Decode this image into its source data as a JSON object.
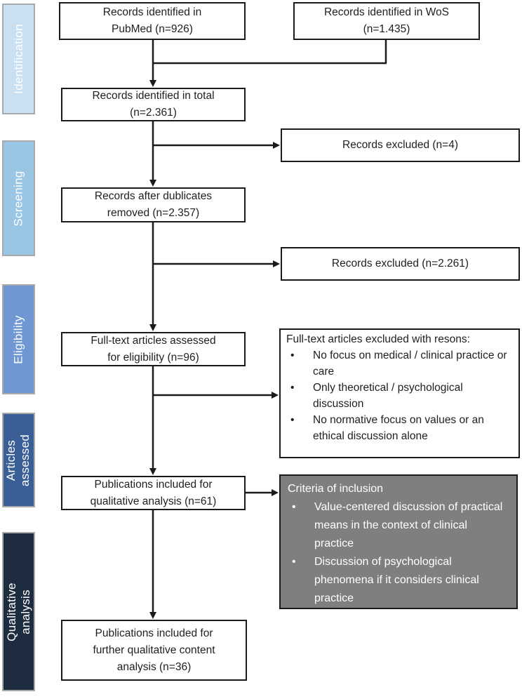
{
  "diagram": {
    "type": "flowchart",
    "stages": [
      {
        "label": "Identification",
        "color": "#c9dff2"
      },
      {
        "label": "Screening",
        "color": "#9ac6e5"
      },
      {
        "label": "Eligibility",
        "color": "#6e97d3"
      },
      {
        "label": "Articles\nassessed",
        "color": "#3a5e96"
      },
      {
        "label": "Qualitative\nanalysis",
        "color": "#1e2c40"
      }
    ],
    "nodes": {
      "pubmed": "Records identified in\nPubMed (n=926)",
      "wos": "Records identified in WoS\n(n=1.435)",
      "total": "Records identified in total\n(n=2.361)",
      "dedup": "Records after dublicates\nremoved (n=2.357)",
      "fulltext": "Full-text articles assessed\nfor eligibility (n=96)",
      "qualitative": "Publications included for\nqualitative analysis (n=61)",
      "content": "Publications included for\nfurther qualitative content\nanalysis (n=36)",
      "excluded1": "Records excluded (n=4)",
      "excluded2": "Records excluded (n=2.261)",
      "reasons_title": "Full-text articles excluded with resons:",
      "reasons_items": [
        "No focus on medical / clinical practice or care",
        "Only theoretical / psychological discussion",
        "No normative focus on values or an ethical discussion alone"
      ],
      "criteria_title": "Criteria of inclusion",
      "criteria_items": [
        "Value-centered discussion of practical means in the context of clinical practice",
        "Discussion of psychological phenomena if it considers clinical practice"
      ]
    },
    "colors": {
      "line": "#1a1a1a",
      "box_border": "#1a1a1a",
      "criteria_bg": "#7f7f7f",
      "stage_border": "#a9a9a9"
    }
  }
}
